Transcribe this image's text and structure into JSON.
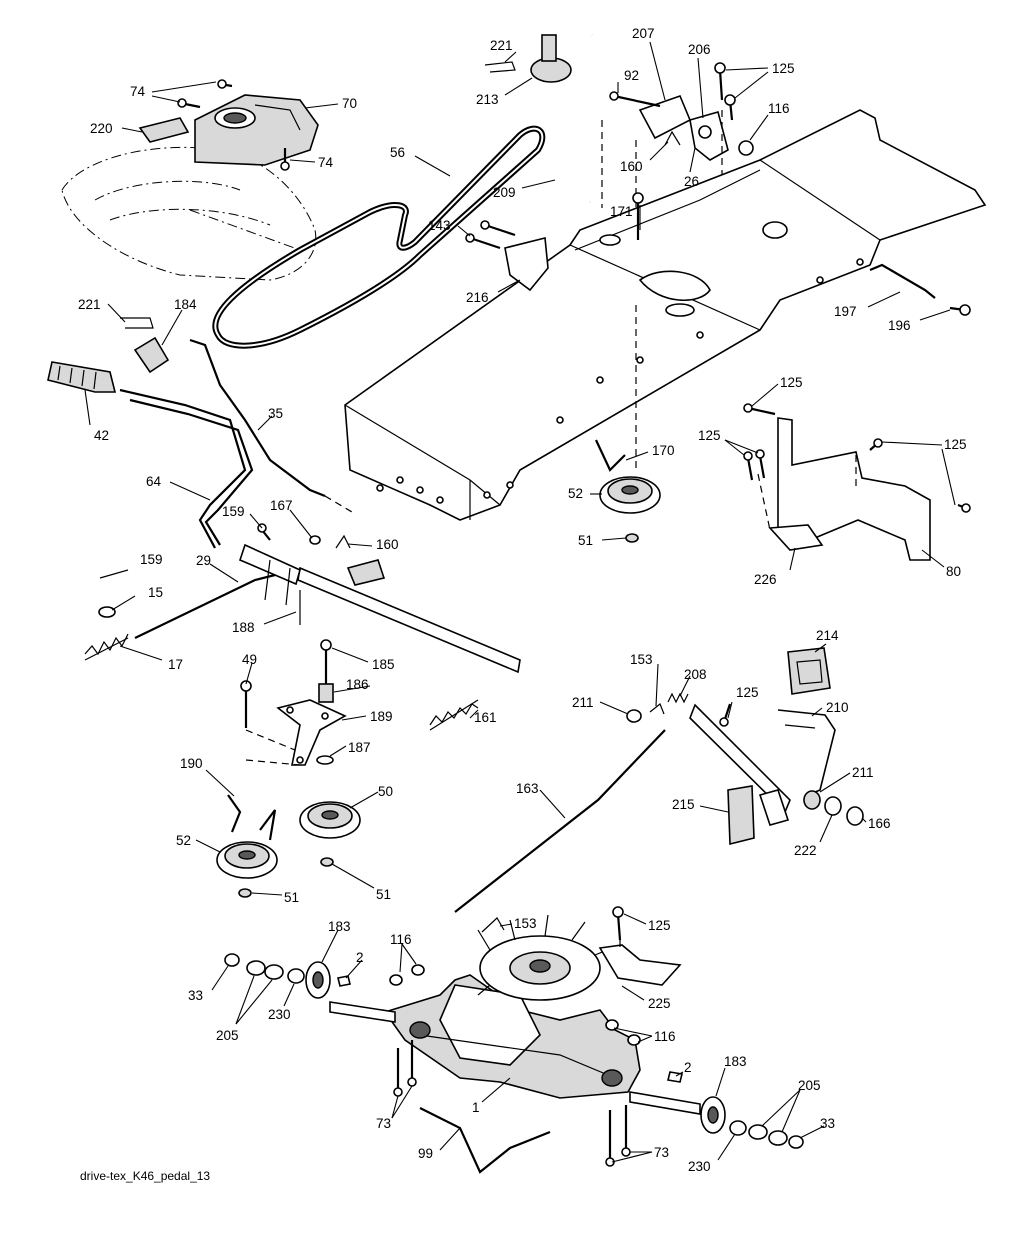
{
  "footer": {
    "code": "drive-tex_K46_pedal_13"
  },
  "labels": [
    {
      "id": "l221a",
      "text": "221"
    },
    {
      "id": "l213",
      "text": "213"
    },
    {
      "id": "l207",
      "text": "207"
    },
    {
      "id": "l206",
      "text": "206"
    },
    {
      "id": "l125a",
      "text": "125"
    },
    {
      "id": "l92",
      "text": "92"
    },
    {
      "id": "l116a",
      "text": "116"
    },
    {
      "id": "l74a",
      "text": "74"
    },
    {
      "id": "l70",
      "text": "70"
    },
    {
      "id": "l220",
      "text": "220"
    },
    {
      "id": "l74b",
      "text": "74"
    },
    {
      "id": "l56",
      "text": "56"
    },
    {
      "id": "l160a",
      "text": "160"
    },
    {
      "id": "l26",
      "text": "26"
    },
    {
      "id": "l209",
      "text": "209"
    },
    {
      "id": "l171",
      "text": "171"
    },
    {
      "id": "l143",
      "text": "143"
    },
    {
      "id": "l216",
      "text": "216"
    },
    {
      "id": "l197",
      "text": "197"
    },
    {
      "id": "l196",
      "text": "196"
    },
    {
      "id": "l221b",
      "text": "221"
    },
    {
      "id": "l184",
      "text": "184"
    },
    {
      "id": "l42",
      "text": "42"
    },
    {
      "id": "l35",
      "text": "35"
    },
    {
      "id": "l125b",
      "text": "125"
    },
    {
      "id": "l125c",
      "text": "125"
    },
    {
      "id": "l125d",
      "text": "125"
    },
    {
      "id": "l170",
      "text": "170"
    },
    {
      "id": "l64",
      "text": "64"
    },
    {
      "id": "l159a",
      "text": "159"
    },
    {
      "id": "l167",
      "text": "167"
    },
    {
      "id": "l160b",
      "text": "160"
    },
    {
      "id": "l52a",
      "text": "52"
    },
    {
      "id": "l51a",
      "text": "51"
    },
    {
      "id": "l159b",
      "text": "159"
    },
    {
      "id": "l29",
      "text": "29"
    },
    {
      "id": "l15",
      "text": "15"
    },
    {
      "id": "l226",
      "text": "226"
    },
    {
      "id": "l80",
      "text": "80"
    },
    {
      "id": "l17",
      "text": "17"
    },
    {
      "id": "l188",
      "text": "188"
    },
    {
      "id": "l49",
      "text": "49"
    },
    {
      "id": "l185",
      "text": "185"
    },
    {
      "id": "l214",
      "text": "214"
    },
    {
      "id": "l186",
      "text": "186"
    },
    {
      "id": "l153a",
      "text": "153"
    },
    {
      "id": "l208",
      "text": "208"
    },
    {
      "id": "l189",
      "text": "189"
    },
    {
      "id": "l161",
      "text": "161"
    },
    {
      "id": "l211a",
      "text": "211"
    },
    {
      "id": "l125e",
      "text": "125"
    },
    {
      "id": "l210",
      "text": "210"
    },
    {
      "id": "l187",
      "text": "187"
    },
    {
      "id": "l190",
      "text": "190"
    },
    {
      "id": "l50",
      "text": "50"
    },
    {
      "id": "l163",
      "text": "163"
    },
    {
      "id": "l211b",
      "text": "211"
    },
    {
      "id": "l215",
      "text": "215"
    },
    {
      "id": "l166",
      "text": "166"
    },
    {
      "id": "l52b",
      "text": "52"
    },
    {
      "id": "l222",
      "text": "222"
    },
    {
      "id": "l51b",
      "text": "51"
    },
    {
      "id": "l51c",
      "text": "51"
    },
    {
      "id": "l183a",
      "text": "183"
    },
    {
      "id": "l116b",
      "text": "116"
    },
    {
      "id": "l153b",
      "text": "153"
    },
    {
      "id": "l125f",
      "text": "125"
    },
    {
      "id": "l2a",
      "text": "2"
    },
    {
      "id": "l33a",
      "text": "33"
    },
    {
      "id": "l225",
      "text": "225"
    },
    {
      "id": "l205a",
      "text": "205"
    },
    {
      "id": "l230a",
      "text": "230"
    },
    {
      "id": "l116c",
      "text": "116"
    },
    {
      "id": "l2b",
      "text": "2"
    },
    {
      "id": "l183b",
      "text": "183"
    },
    {
      "id": "l1",
      "text": "1"
    },
    {
      "id": "l205b",
      "text": "205"
    },
    {
      "id": "l73a",
      "text": "73"
    },
    {
      "id": "l33b",
      "text": "33"
    },
    {
      "id": "l73b",
      "text": "73"
    },
    {
      "id": "l230b",
      "text": "230"
    },
    {
      "id": "l99",
      "text": "99"
    }
  ]
}
